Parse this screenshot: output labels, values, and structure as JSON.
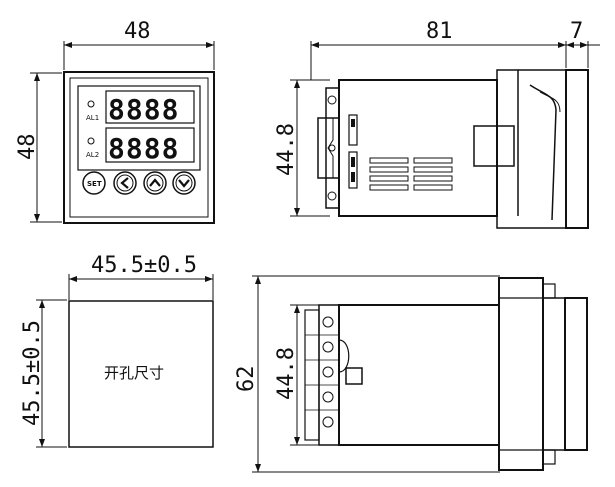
{
  "dimensions": {
    "front_width": "48",
    "front_height": "48",
    "side_depth": "81",
    "side_flange": "7",
    "side_height": "44.8",
    "cutout_width": "45.5±0.5",
    "cutout_height": "45.5±0.5",
    "bottom_total": "62",
    "bottom_body": "44.8"
  },
  "front_panel": {
    "alarm1": "AL1",
    "alarm2": "AL2",
    "display_top": "8888",
    "display_bottom": "8888",
    "set_button": "SET"
  },
  "cutout_label": "开孔尺寸",
  "icons": [
    "left-arrow-icon",
    "up-arrow-icon",
    "down-arrow-icon"
  ]
}
